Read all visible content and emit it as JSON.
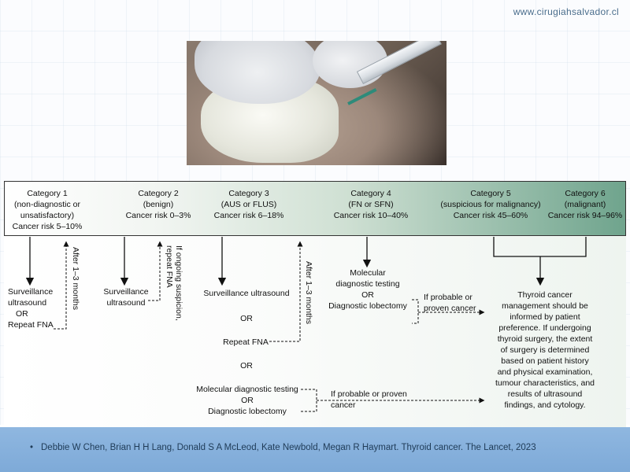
{
  "site": {
    "url": "www.cirugiahsalvador.cl"
  },
  "categories": [
    {
      "lines": [
        "Category 1",
        "(non-diagnostic or",
        "unsatisfactory)",
        "Cancer risk 5–10%"
      ]
    },
    {
      "lines": [
        "Category 2",
        "(benign)",
        "Cancer risk 0–3%"
      ]
    },
    {
      "lines": [
        "Category 3",
        "(AUS or FLUS)",
        "Cancer risk 6–18%"
      ]
    },
    {
      "lines": [
        "Category 4",
        "(FN or SFN)",
        "Cancer risk 10–40%"
      ]
    },
    {
      "lines": [
        "Category 5",
        "(suspicious for malignancy)",
        "Cancer risk 45–60%"
      ]
    },
    {
      "lines": [
        "Category 6",
        "(malignant)",
        "Cancer risk 94–96%"
      ]
    }
  ],
  "flow": {
    "cat1_action": [
      "Surveillance",
      "ultrasound",
      "OR",
      "Repeat FNA"
    ],
    "cat1_return": "After 1–3 months",
    "cat2_action": [
      "Surveillance",
      "ultrasound"
    ],
    "cat2_return_lines": [
      "If ongoing suspicion,",
      "repeat FNA"
    ],
    "cat3_surveillance": "Surveillance ultrasound",
    "cat3_or1": "OR",
    "cat3_repeat": "Repeat FNA",
    "cat3_return": "After 1–3 months",
    "cat3_or2": "OR",
    "cat3_molecular": [
      "Molecular diagnostic testing",
      "OR",
      "Diagnostic lobectomy"
    ],
    "cat3_condition": "If probable or proven cancer",
    "cat4_action": [
      "Molecular",
      "diagnostic testing",
      "OR",
      "Diagnostic lobectomy"
    ],
    "cat4_condition": [
      "If probable or",
      "proven cancer"
    ],
    "outcome": [
      "Thyroid cancer",
      "management should be",
      "informed by patient",
      "preference. If undergoing",
      "thyroid surgery, the  extent",
      "of surgery is determined",
      "based on patient history",
      "and physical examination,",
      "tumour characteristics, and",
      "results of ultrasound",
      "findings, and cytology."
    ]
  },
  "citation": {
    "bullet": "•",
    "text": "Debbie W Chen, Brian H H Lang, Donald S A McLeod, Kate Newbold, Megan R Haymart. Thyroid cancer. The Lancet, 2023"
  }
}
